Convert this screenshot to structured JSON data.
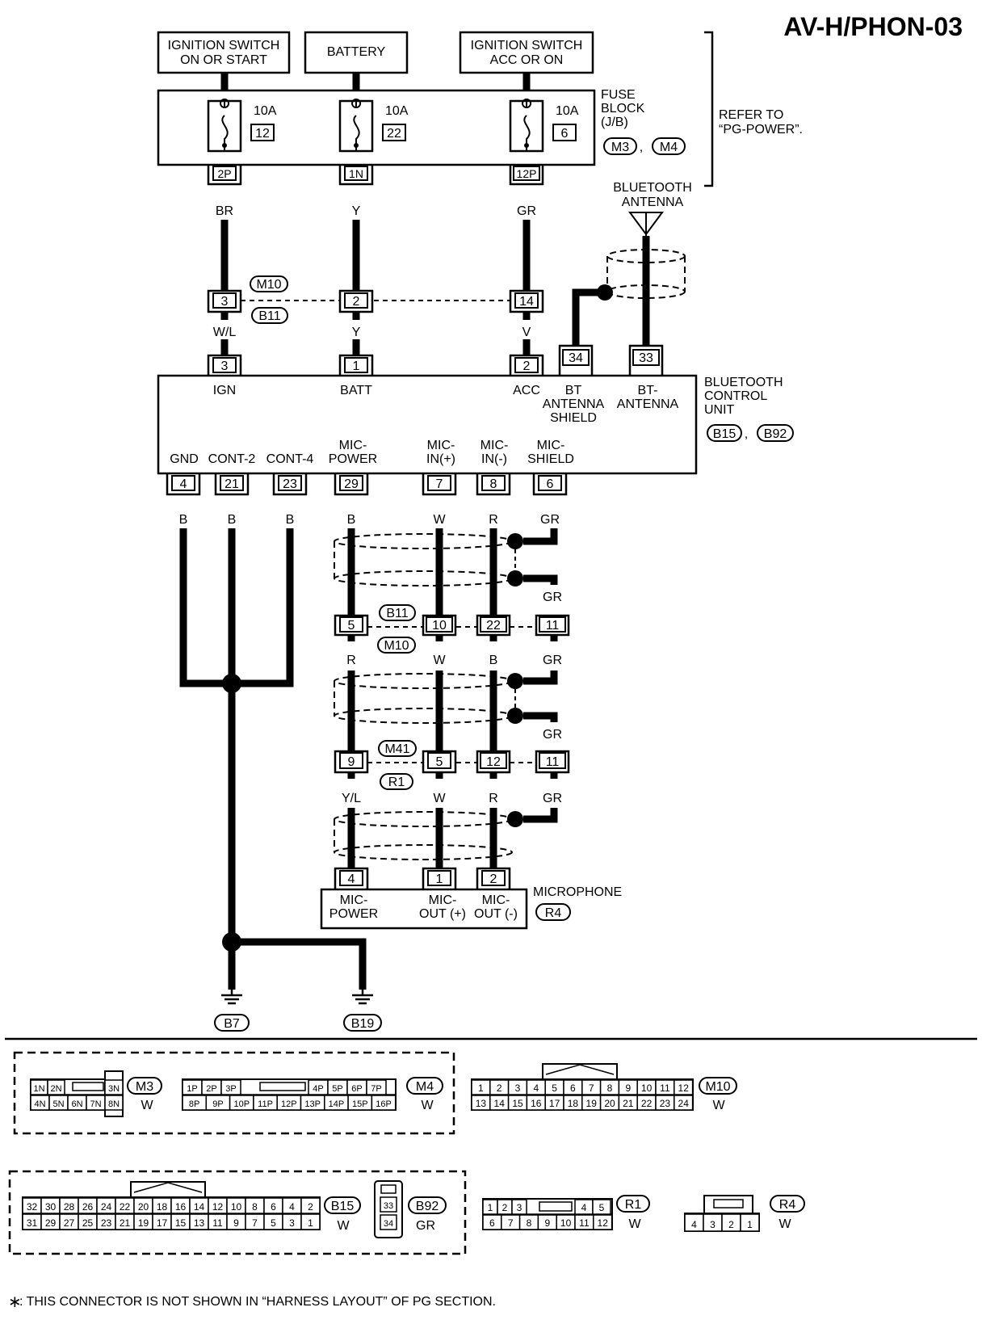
{
  "title": "AV-H/PHON-03",
  "top_boxes": {
    "ign_on_start": [
      "IGNITION SWITCH",
      "ON OR START"
    ],
    "battery": "BATTERY",
    "ign_acc_on": [
      "IGNITION SWITCH",
      "ACC OR ON"
    ]
  },
  "fuse_block": {
    "label": [
      "FUSE",
      "BLOCK",
      "(J/B)"
    ],
    "connectors": [
      "M3",
      "M4"
    ],
    "fuses": [
      {
        "amp": "10A",
        "num": "12",
        "terminal": "2P",
        "wire": "BR"
      },
      {
        "amp": "10A",
        "num": "22",
        "terminal": "1N",
        "wire": "Y"
      },
      {
        "amp": "10A",
        "num": "6",
        "terminal": "12P",
        "wire": "GR"
      }
    ]
  },
  "refer": [
    "REFER TO",
    "“PG-POWER”."
  ],
  "antenna_label": [
    "BLUETOOTH",
    "ANTENNA"
  ],
  "joint_m10_b11": {
    "connectors": [
      "M10",
      "B11"
    ],
    "pins": [
      "3",
      "2",
      "14"
    ],
    "wires_below": [
      "W/L",
      "Y",
      "V"
    ]
  },
  "control_unit": {
    "label": [
      "BLUETOOTH",
      "CONTROL",
      "UNIT"
    ],
    "connectors": [
      "B15",
      "B92"
    ],
    "top_pins": [
      "3",
      "1",
      "2",
      "34",
      "33"
    ],
    "top_labels": [
      "IGN",
      "BATT",
      "ACC"
    ],
    "bt_shield": [
      "BT",
      "ANTENNA",
      "SHIELD"
    ],
    "bt_antenna": [
      "BT-",
      "ANTENNA"
    ],
    "bottom_labels": [
      "GND",
      "CONT-2",
      "CONT-4",
      "MIC-",
      "POWER",
      "MIC-",
      "IN(+)",
      "MIC-",
      "IN(-)",
      "MIC-",
      "SHIELD"
    ],
    "bottom_pins": [
      "4",
      "21",
      "23",
      "29",
      "7",
      "8",
      "6"
    ],
    "bottom_wires": [
      "B",
      "B",
      "B",
      "B",
      "W",
      "R",
      "GR"
    ]
  },
  "joint_b11_m10": {
    "connectors": [
      "B11",
      "M10"
    ],
    "pins": [
      "5",
      "10",
      "22",
      "11"
    ],
    "wires_below": [
      "R",
      "W",
      "B",
      "GR"
    ],
    "shield_wire": "GR"
  },
  "joint_m41_r1": {
    "connectors": [
      "M41",
      "R1"
    ],
    "pins": [
      "9",
      "5",
      "12",
      "11"
    ],
    "wires_below": [
      "Y/L",
      "W",
      "R",
      "GR"
    ],
    "shield_wire": "GR"
  },
  "microphone": {
    "label": "MICROPHONE",
    "connector": "R4",
    "pins": [
      "4",
      "1",
      "2"
    ],
    "labels": [
      "MIC-",
      "POWER",
      "MIC-",
      "OUT (+)",
      "MIC-",
      "OUT (-)"
    ]
  },
  "grounds": [
    {
      "wire": "B",
      "connector": "B7"
    },
    {
      "wire": "B",
      "connector": "B19"
    }
  ],
  "connector_views": {
    "m3": {
      "id": "M3",
      "color": "W",
      "row1": [
        "1N",
        "2N",
        "3N"
      ],
      "row2": [
        "4N",
        "5N",
        "6N",
        "7N",
        "8N"
      ]
    },
    "m4": {
      "id": "M4",
      "color": "W",
      "row1": [
        "1P",
        "2P",
        "3P",
        "4P",
        "5P",
        "6P",
        "7P"
      ],
      "row2": [
        "8P",
        "9P",
        "10P",
        "11P",
        "12P",
        "13P",
        "14P",
        "15P",
        "16P"
      ]
    },
    "m10": {
      "id": "M10",
      "color": "W",
      "row1": [
        "1",
        "2",
        "3",
        "4",
        "5",
        "6",
        "7",
        "8",
        "9",
        "10",
        "11",
        "12"
      ],
      "row2": [
        "13",
        "14",
        "15",
        "16",
        "17",
        "18",
        "19",
        "20",
        "21",
        "22",
        "23",
        "24"
      ]
    },
    "b15": {
      "id": "B15",
      "color": "W",
      "row1": [
        "32",
        "30",
        "28",
        "26",
        "24",
        "22",
        "20",
        "18",
        "16",
        "14",
        "12",
        "10",
        "8",
        "6",
        "4",
        "2"
      ],
      "row2": [
        "31",
        "29",
        "27",
        "25",
        "23",
        "21",
        "19",
        "17",
        "15",
        "13",
        "11",
        "9",
        "7",
        "5",
        "3",
        "1"
      ]
    },
    "b92": {
      "id": "B92",
      "color": "GR",
      "pins": [
        "33",
        "34"
      ]
    },
    "r1": {
      "id": "R1",
      "color": "W",
      "row1": [
        "1",
        "2",
        "3",
        "4",
        "5"
      ],
      "row2": [
        "6",
        "7",
        "8",
        "9",
        "10",
        "11",
        "12"
      ]
    },
    "r4": {
      "id": "R4",
      "color": "W",
      "row": [
        "4",
        "3",
        "2",
        "1"
      ]
    }
  },
  "footnote": ": THIS CONNECTOR IS NOT SHOWN IN “HARNESS LAYOUT” OF PG SECTION."
}
